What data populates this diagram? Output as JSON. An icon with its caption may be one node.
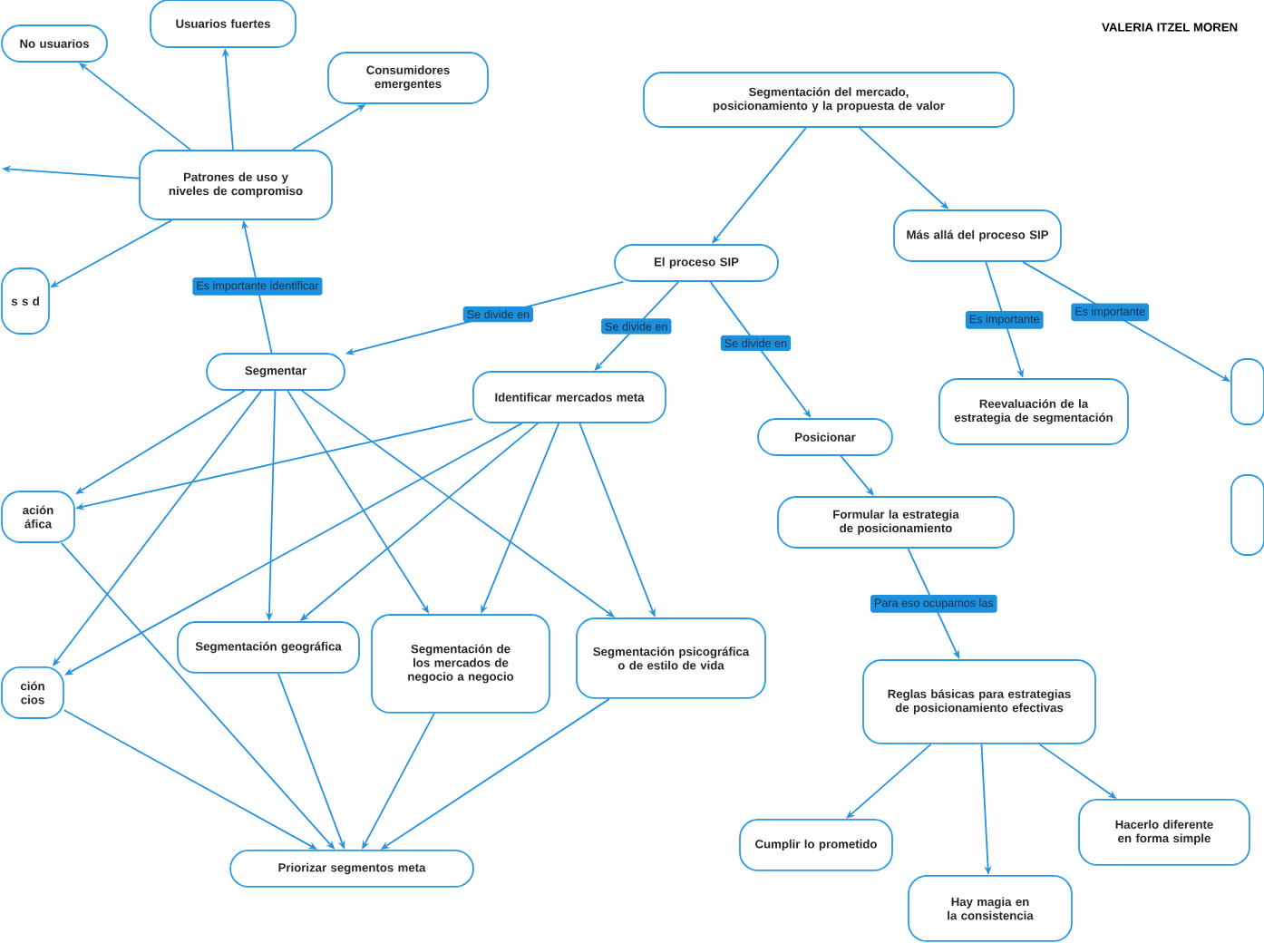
{
  "diagram": {
    "nodes": [
      {
        "text": [
          "Segmentación del mercado, posicionamiento y la propuesta de valor"
        ]
      },
      {
        "text": [
          "El proceso SIP"
        ]
      },
      {
        "text": [
          "Más allá del proceso SIP"
        ]
      },
      {
        "text": [
          "Reevaluación de la estrategia de segmentación"
        ]
      },
      {
        "text": [],
        "shape": "box"
      },
      {
        "text": [],
        "shape": "box"
      },
      {
        "text": [
          "Segmentar"
        ]
      },
      {
        "text": [
          "Identificar mercados meta"
        ]
      },
      {
        "text": [
          "Posicionar"
        ]
      },
      {
        "text": [
          "Formular la estrategia de posicionamiento"
        ]
      },
      {
        "text": [
          "Reglas básicas para estrategias de posicionamiento efectivas"
        ]
      },
      {
        "text": [
          "Cumplir lo prometido"
        ]
      },
      {
        "text": [
          "Hay magia en la consistencia"
        ]
      },
      {
        "text": [
          "Hacerlo diferente en forma simple"
        ]
      },
      {
        "text": [
          "Patrones de uso y niveles de compromiso"
        ]
      },
      {
        "text": [
          "Usuarios fuertes"
        ]
      },
      {
        "text": [
          "Consumidores emergentes"
        ]
      },
      {
        "text": [
          "No usuarios"
        ]
      },
      {
        "text": [
          "s s d"
        ]
      },
      {
        "text": [
          "ación áfica"
        ]
      },
      {
        "text": [
          "ción cios"
        ]
      },
      {
        "text": [
          "Segmentación geográfica"
        ]
      },
      {
        "text": [
          "Segmentación de los mercados de negocio a negocio"
        ]
      },
      {
        "text": [
          "Segmentación psicográfica o de estilo de vida"
        ]
      },
      {
        "text": [
          "Priorizar segmentos meta"
        ]
      }
    ],
    "edges": [
      {
        "from": 0,
        "to": 1,
        "arrow": "to"
      },
      {
        "from": 0,
        "to": 2,
        "arrow": "to"
      },
      {
        "from": 2,
        "to": 3,
        "arrow": "to",
        "label": "Es importante"
      },
      {
        "from": 2,
        "to": 4,
        "arrow": "to",
        "label": "Es importante"
      },
      {
        "from": 1,
        "to": 6,
        "arrow": "to",
        "label": "Se divide en"
      },
      {
        "from": 1,
        "to": 7,
        "arrow": "to",
        "label": "Se divide en"
      },
      {
        "from": 1,
        "to": 8,
        "arrow": "to",
        "label": "Se divide en"
      },
      {
        "from": 8,
        "to": 9,
        "arrow": "to"
      },
      {
        "from": 9,
        "to": 10,
        "arrow": "to",
        "label": "Para eso ocupamos las"
      },
      {
        "from": 10,
        "to": 11,
        "arrow": "to"
      },
      {
        "from": 10,
        "to": 12,
        "arrow": "to"
      },
      {
        "from": 10,
        "to": 13,
        "arrow": "to"
      },
      {
        "from": 6,
        "to": 14,
        "arrow": "to",
        "label": "Es importante identificar"
      },
      {
        "from": 14,
        "to": 15,
        "arrow": "to"
      },
      {
        "from": 14,
        "to": 16,
        "arrow": "to"
      },
      {
        "from": 14,
        "to": 17,
        "arrow": "to"
      },
      {
        "from": 14,
        "to": null,
        "arrow": "to"
      },
      {
        "from": 14,
        "to": 18,
        "arrow": "to"
      },
      {
        "from": 6,
        "to": 19,
        "arrow": "to"
      },
      {
        "from": 6,
        "to": 20,
        "arrow": "to"
      },
      {
        "from": 6,
        "to": 21,
        "arrow": "to"
      },
      {
        "from": 6,
        "to": 22,
        "arrow": "to"
      },
      {
        "from": 6,
        "to": 23,
        "arrow": "to"
      },
      {
        "from": 7,
        "to": 19,
        "arrow": "to"
      },
      {
        "from": 7,
        "to": 20,
        "arrow": "to"
      },
      {
        "from": 7,
        "to": 21,
        "arrow": "to"
      },
      {
        "from": 7,
        "to": 22,
        "arrow": "to"
      },
      {
        "from": 7,
        "to": 23,
        "arrow": "to"
      },
      {
        "from": 19,
        "to": 24,
        "arrow": "to"
      },
      {
        "from": 20,
        "to": 24,
        "arrow": "to"
      },
      {
        "from": 21,
        "to": 24,
        "arrow": "to"
      },
      {
        "from": 22,
        "to": 24,
        "arrow": "to"
      },
      {
        "from": 23,
        "to": 24,
        "arrow": "to"
      }
    ],
    "labels": [
      "VALERIA ITZEL MOREN"
    ]
  }
}
